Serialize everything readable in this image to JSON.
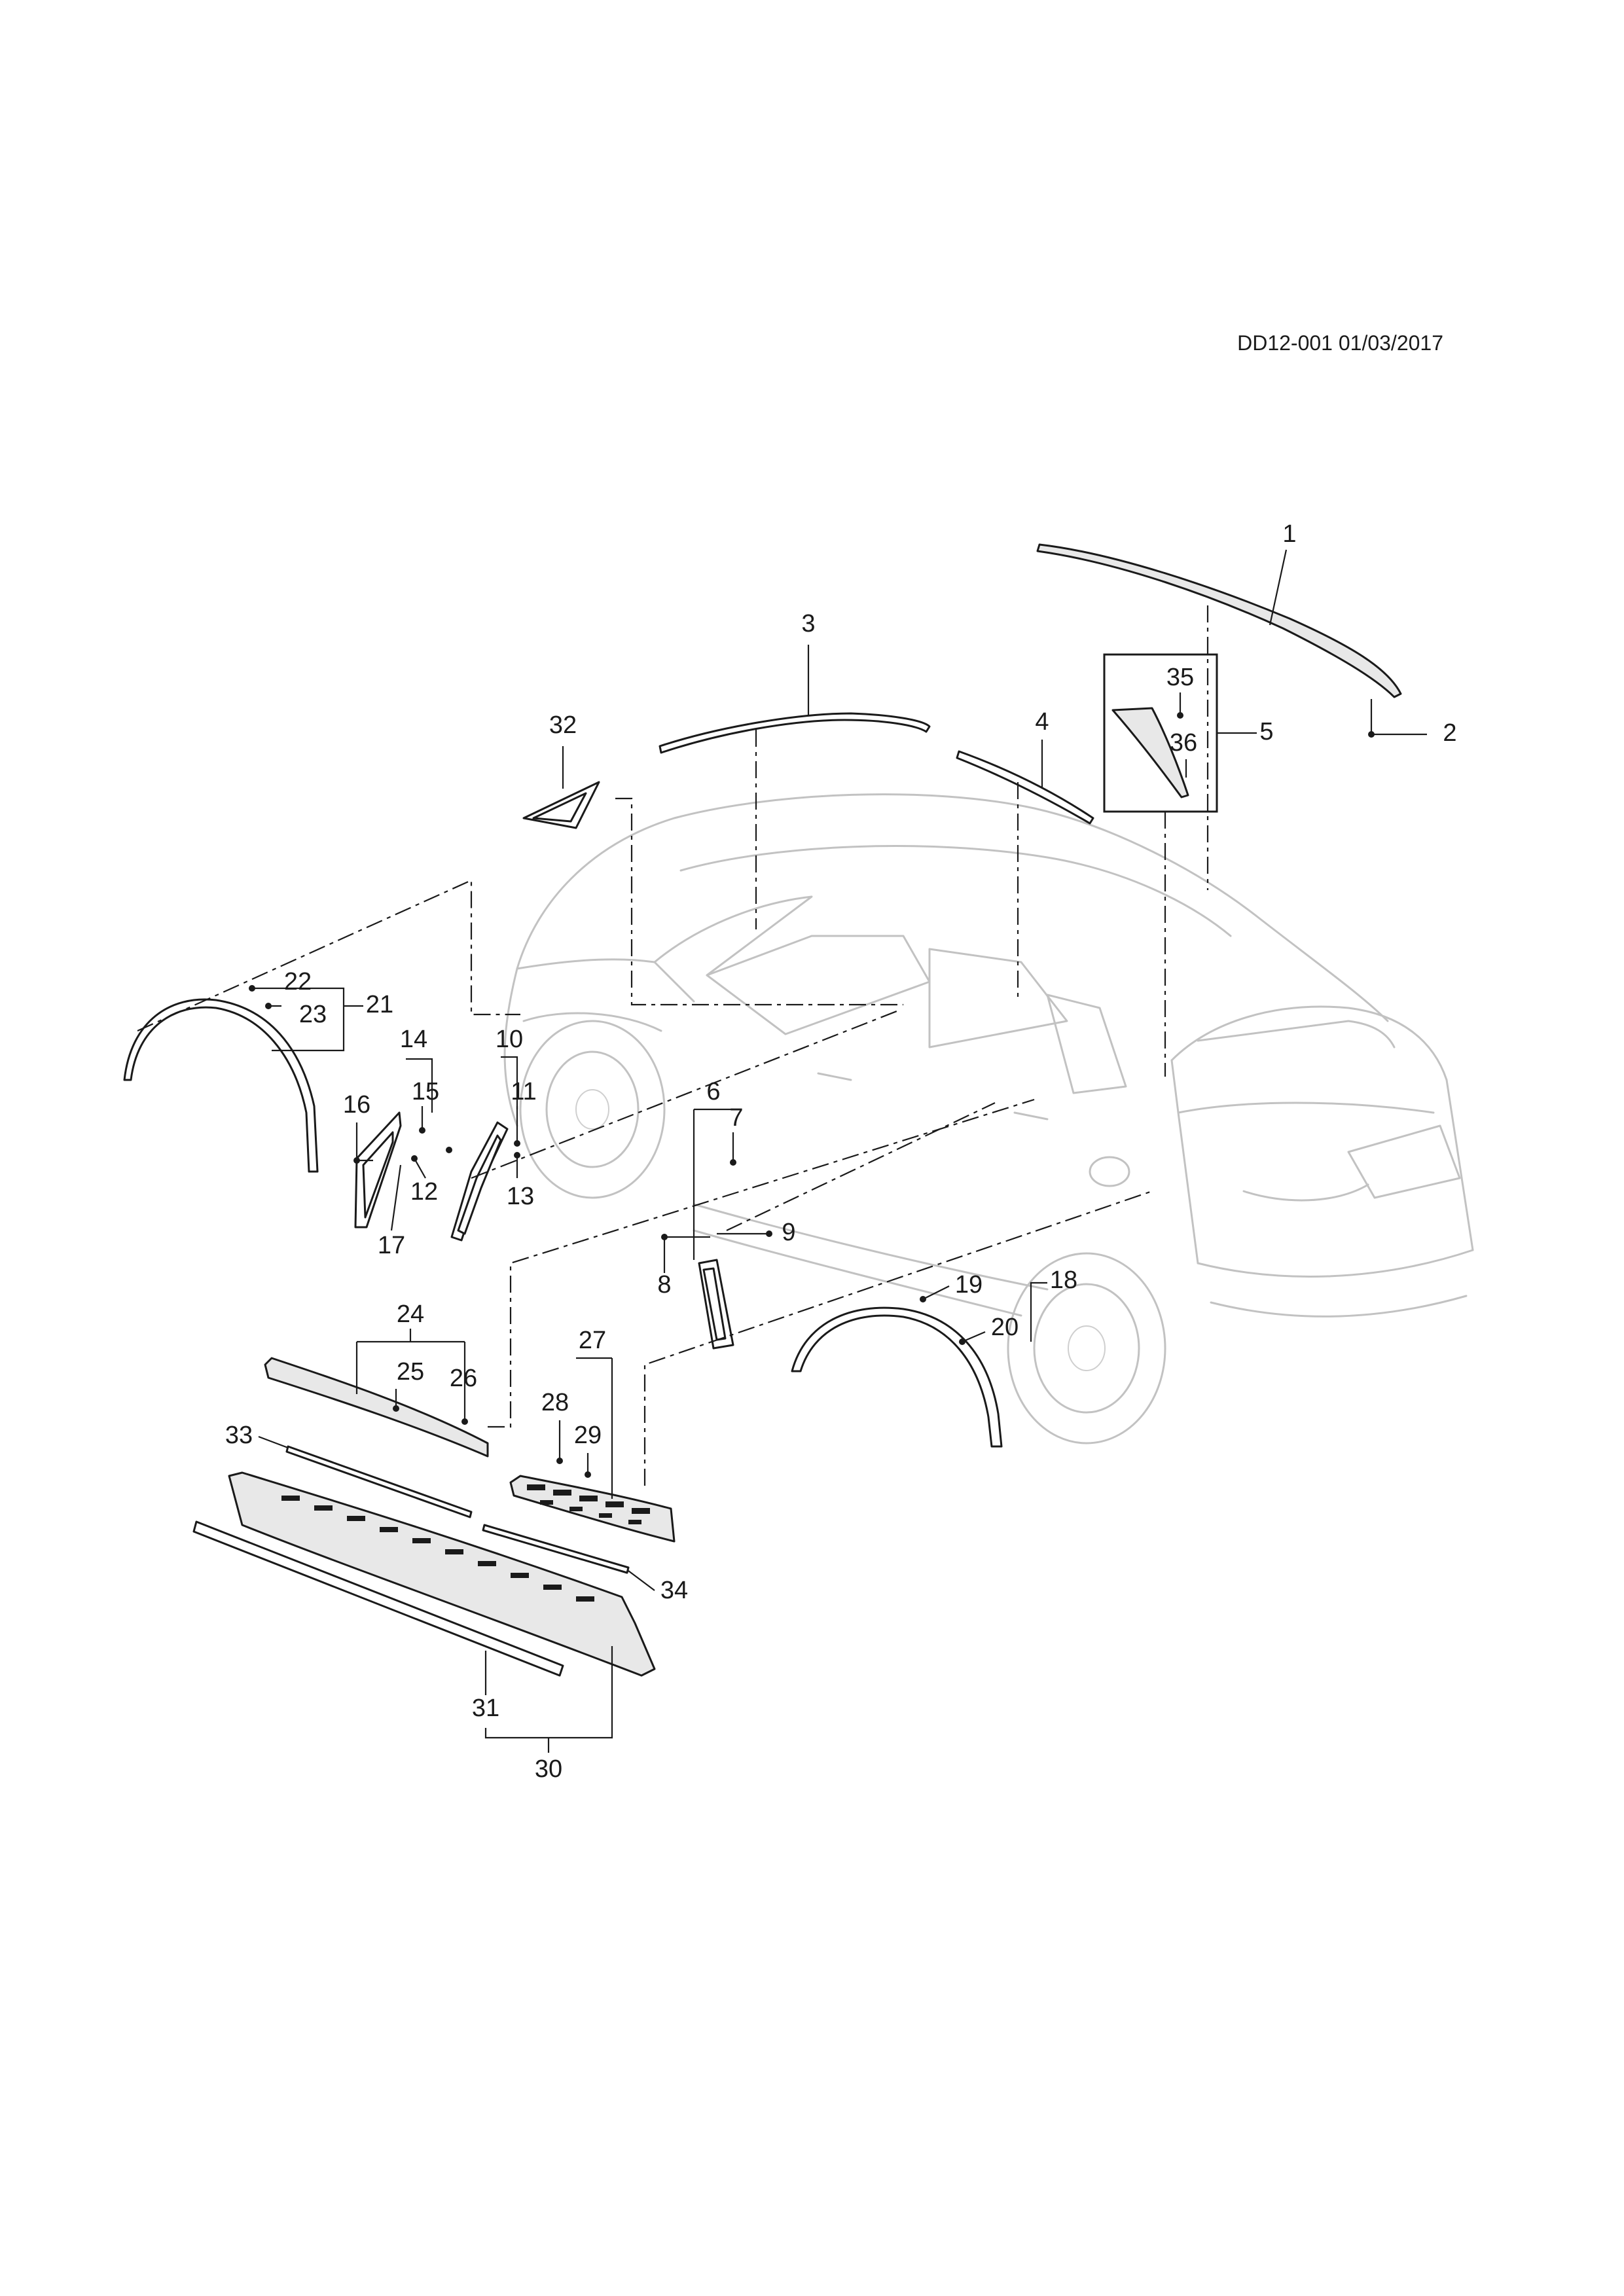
{
  "document": {
    "doc_id": "DD12-001 01/03/2017"
  },
  "callouts": {
    "c1": "1",
    "c2": "2",
    "c3": "3",
    "c4": "4",
    "c5": "5",
    "c6": "6",
    "c7": "7",
    "c8": "8",
    "c9": "9",
    "c10": "10",
    "c11": "11",
    "c12": "12",
    "c13": "13",
    "c14": "14",
    "c15": "15",
    "c16": "16",
    "c17": "17",
    "c18": "18",
    "c19": "19",
    "c20": "20",
    "c21": "21",
    "c22": "22",
    "c23": "23",
    "c24": "24",
    "c25": "25",
    "c26": "26",
    "c27": "27",
    "c28": "28",
    "c29": "29",
    "c30": "30",
    "c31": "31",
    "c32": "32",
    "c33": "33",
    "c34": "34",
    "c35": "35",
    "c36": "36"
  },
  "colors": {
    "ink": "#1a1a1a",
    "ghost_vehicle": "#c2c2c2",
    "background": "#ffffff"
  }
}
